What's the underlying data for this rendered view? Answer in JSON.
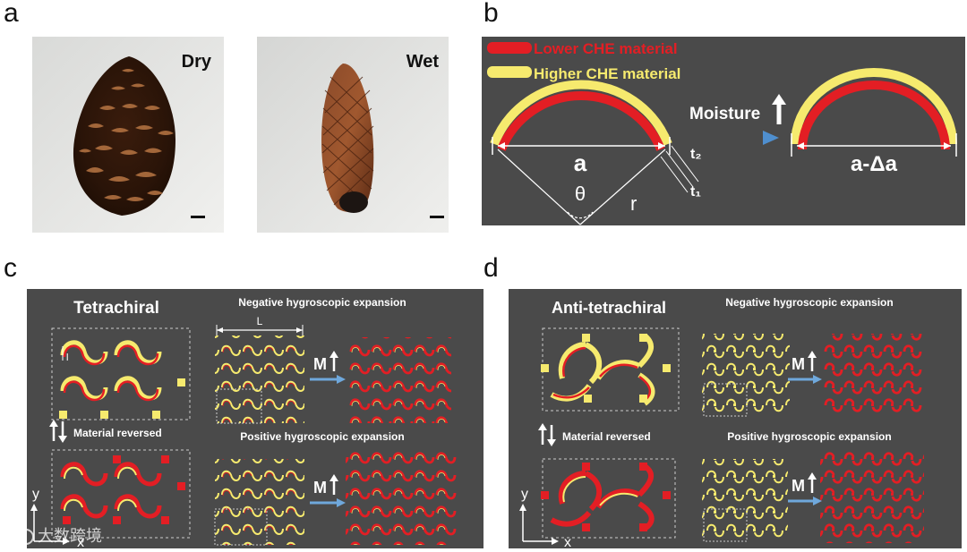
{
  "panel_labels": {
    "a": "a",
    "b": "b",
    "c": "c",
    "d": "d"
  },
  "panel_a": {
    "dry_label": "Dry",
    "wet_label": "Wet"
  },
  "panel_b": {
    "legend_lower": "Lower CHE material",
    "legend_higher": "Higher CHE material",
    "moisture_label": "Moisture",
    "a_label": "a",
    "a_delta_label": "a-Δa",
    "theta_label": "θ",
    "r_label": "r",
    "t2_label": "t₂",
    "t1_label": "t₁",
    "colors": {
      "lower": "#e31e24",
      "higher": "#f6ea6e",
      "arrow": "#6fa8dc"
    }
  },
  "panel_c": {
    "title": "Tetrachiral",
    "negative_label": "Negative hygroscopic expansion",
    "positive_label": "Positive hygroscopic expansion",
    "material_reversed": "Material reversed",
    "L_label": "L",
    "l_label": "l",
    "M_label": "M",
    "y_label": "y",
    "x_label": "x"
  },
  "panel_d": {
    "title": "Anti-tetrachiral",
    "negative_label": "Negative hygroscopic expansion",
    "positive_label": "Positive hygroscopic expansion",
    "material_reversed": "Material  reversed",
    "M_label": "M",
    "y_label": "y",
    "x_label": "x"
  },
  "watermark": "大数跨境"
}
